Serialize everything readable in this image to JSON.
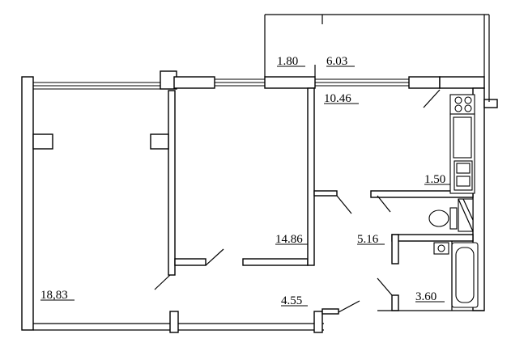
{
  "plan": {
    "rooms": [
      {
        "id": "room-1",
        "area": "18,83"
      },
      {
        "id": "loggia-1",
        "area": "1.80"
      },
      {
        "id": "loggia-2",
        "area": "6.03"
      },
      {
        "id": "kitchen",
        "area": "10.46"
      },
      {
        "id": "pantry",
        "area": "1.50"
      },
      {
        "id": "room-2",
        "area": "14.86"
      },
      {
        "id": "hall",
        "area": "5.16"
      },
      {
        "id": "corridor",
        "area": "4.55"
      },
      {
        "id": "bathroom",
        "area": "3.60"
      }
    ]
  }
}
